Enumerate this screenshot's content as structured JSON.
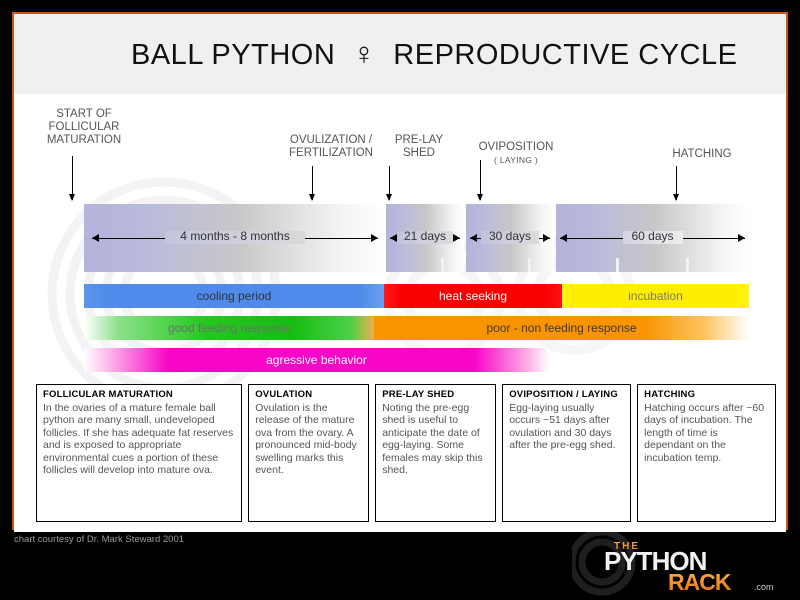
{
  "title": {
    "left": "BALL PYTHON",
    "symbol": "♀",
    "right": "REPRODUCTIVE CYCLE"
  },
  "events": [
    {
      "name": "start-of-follicular-maturation",
      "label": "START OF\nFOLLICULAR\nMATURATION",
      "sub": ""
    },
    {
      "name": "ovulization-fertilization",
      "label": "OVULIZATION /\nFERTILIZATION",
      "sub": ""
    },
    {
      "name": "pre-lay-shed",
      "label": "PRE-LAY\nSHED",
      "sub": ""
    },
    {
      "name": "oviposition",
      "label": "OVIPOSITION",
      "sub": "( LAYING )"
    },
    {
      "name": "hatching",
      "label": "HATCHING",
      "sub": ""
    }
  ],
  "timeline": {
    "segments": [
      {
        "name": "follicular-maturation-span",
        "duration": "4 months - 8 months"
      },
      {
        "name": "ovulation-to-prelay-shed-span",
        "duration": "21 days"
      },
      {
        "name": "prelay-shed-to-laying-span",
        "duration": "30 days"
      },
      {
        "name": "incubation-span",
        "duration": "60 days"
      }
    ]
  },
  "bars": {
    "temperature": [
      {
        "name": "cooling-period-bar",
        "label": "cooling period",
        "color": "#4f8bea",
        "text_color": "#333333"
      },
      {
        "name": "heat-seeking-bar",
        "label": "heat seeking",
        "color": "#f70000",
        "text_color": "#ffffff"
      },
      {
        "name": "incubation-bar",
        "label": "incubation",
        "color": "#ffee00",
        "text_color": "#777777"
      }
    ],
    "feeding": [
      {
        "name": "good-feeding-response-bar",
        "label": "good feeding response",
        "color": "#22c81e",
        "text_color": "#666666"
      },
      {
        "name": "poor-feeding-response-bar",
        "label": "poor - non feeding response",
        "color": "#f79400",
        "text_color": "#333333"
      }
    ],
    "behavior": [
      {
        "name": "agressive-behavior-bar",
        "label": "agressive behavior",
        "color": "#f806c8",
        "text_color": "#ffffff"
      }
    ]
  },
  "info_boxes": [
    {
      "name": "info-box-follicular-maturation",
      "heading": "FOLLICULAR MATURATION",
      "body": "In the ovaries of a mature female ball python are many small, undeveloped follicles. If she has adequate fat reserves and is exposed to appropriate environmental cues a portion of these follicles will develop into mature ova."
    },
    {
      "name": "info-box-ovulation",
      "heading": "OVULATION",
      "body": "Ovulation is the release of the mature ova from the ovary. A pronounced mid-body swelling marks this event."
    },
    {
      "name": "info-box-pre-lay-shed",
      "heading": "PRE-LAY SHED",
      "body": "Noting the pre-egg shed is useful to anticipate the date of egg-laying. Some females may skip this shed."
    },
    {
      "name": "info-box-oviposition",
      "heading": "OVIPOSITION / LAYING",
      "body": "Egg-laying usually occurs ~51 days after ovulation and 30 days after the pre-egg shed."
    },
    {
      "name": "info-box-hatching",
      "heading": "HATCHING",
      "body": "Hatching occurs after ~60 days of incubation. The length of time is dependant on the incubation temp."
    }
  ],
  "credit": "chart courtesy of Dr. Mark Steward 2001",
  "logo": {
    "the": "THE",
    "python": "PYTHON",
    "rack": "RACK",
    "dotcom": ".com"
  },
  "colors": {
    "frame": "#c9561e",
    "title_band": "#f0f0f0",
    "page_background": "#000000"
  }
}
